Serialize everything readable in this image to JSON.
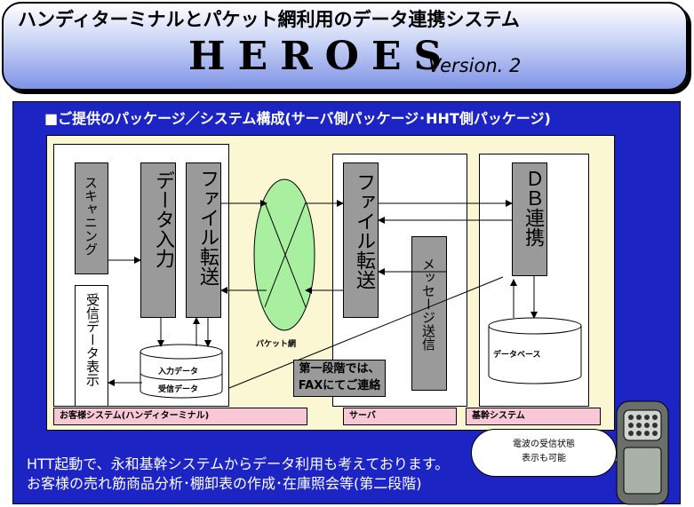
{
  "header": {
    "subtitle": "ハンディターミナルとパケット網利用のデータ連携システム",
    "title": "HEROES",
    "version": "Version. 2"
  },
  "panel": {
    "heading": "■ご提供のパッケージ／システム構成(サーバ側パッケージ･HHT側パッケージ)",
    "footer_line1": "HTT起動で、永和基幹システムからデータ利用も考えております。",
    "footer_line2": "お客様の売れ筋商品分析･棚卸表の作成･在庫照会等(第二段階)"
  },
  "diagram": {
    "client_system": "お客様システム(ハンディターミナル)",
    "server": "サーバ",
    "core_system": "基幹システム",
    "scanning": "スキャニング",
    "data_input": "データ入力",
    "file_transfer_client": "ファイル転送",
    "received_data_display": "受信データ表示",
    "input_data": "入力データ",
    "received_data": "受信データ",
    "packet_network": "パケット網",
    "file_transfer_server": "ファイル転送",
    "message_send": "メッセージ送信",
    "db_link": "ＤＢ連携",
    "database": "データベース",
    "note_line1": "第一段階では、",
    "note_line2": "FAXにてご連絡",
    "bubble_line1": "電波の受信状態",
    "bubble_line2": "表示も可能"
  },
  "colors": {
    "panel_blue": "#1c24c4",
    "yellow_area": "#fbf7d2",
    "grey_box": "#9a9a9a",
    "pink_bar": "#f9c8d6",
    "network_green": "#a8f0a0"
  }
}
